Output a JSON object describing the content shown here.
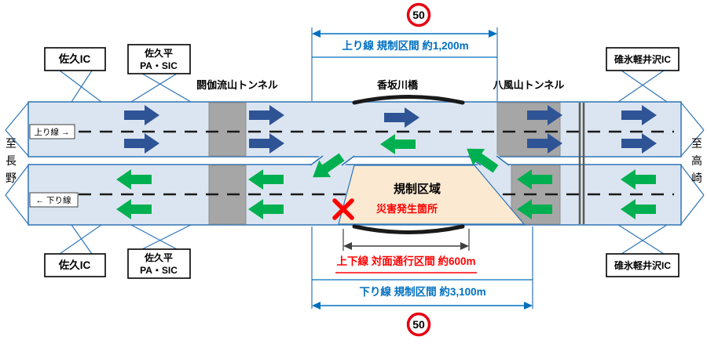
{
  "speed_sign": {
    "value": "50"
  },
  "dimension_labels": {
    "up_line": "上り線 規制区間 約1,200m",
    "both_lines": "上下線 対面通行区間 約600m",
    "down_line": "下り線 規制区間 約3,100m"
  },
  "interchanges": {
    "saku_ic": "佐久IC",
    "sakudaira_pa_line1": "佐久平",
    "sakudaira_pa_line2": "PA・SIC",
    "usui_karuizawa_ic": "碓氷軽井沢IC"
  },
  "structures": {
    "akarusan_tunnel": "閼伽流山トンネル",
    "kosakagawa_bridge": "香坂川橋",
    "happusan_tunnel": "八風山トンネル"
  },
  "lane_labels": {
    "up": "上り線 →",
    "down": "← 下り線"
  },
  "directions": {
    "left": [
      "至",
      "長",
      "野"
    ],
    "right": [
      "至",
      "高",
      "崎"
    ]
  },
  "regulation": {
    "area_label": "規制区域",
    "disaster_label": "災害発生箇所"
  },
  "colors": {
    "road_fill": "#dbe5f1",
    "road_border": "#2e75b6",
    "up_line_arrow": "#2f5496",
    "down_line_arrow": "#00b050",
    "tunnel_gray": "#a6a6a6",
    "regulation_area_fill": "#fbe9d2",
    "alert_red": "#ff0000",
    "dimension_blue": "#0070c0",
    "sign_ring_red": "#e60012"
  }
}
